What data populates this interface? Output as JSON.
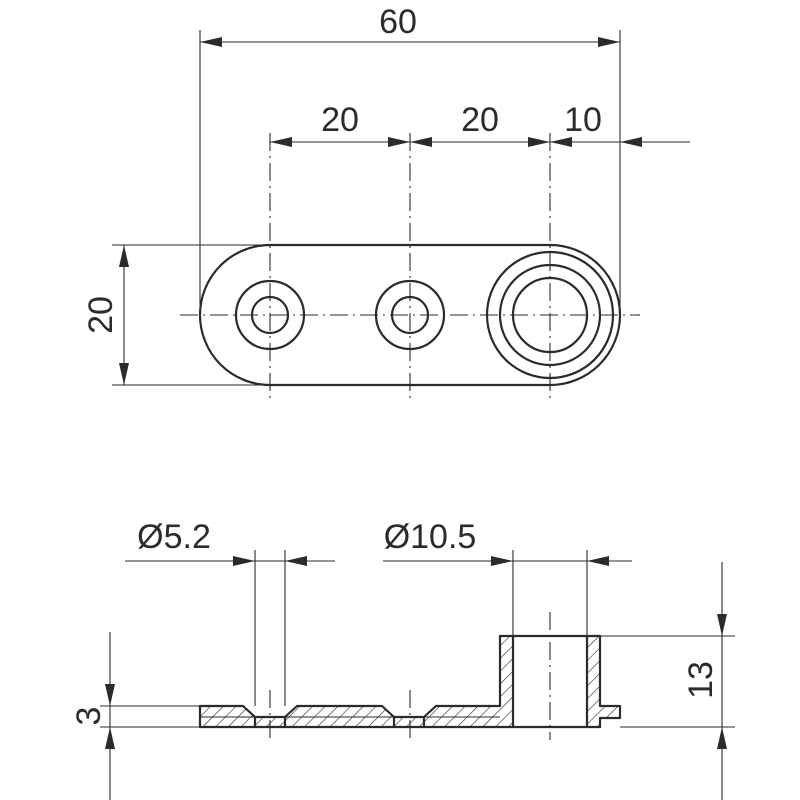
{
  "top_view": {
    "dims": {
      "overall_length": "60",
      "spacing_1": "20",
      "spacing_2": "20",
      "edge_offset": "10",
      "width": "20"
    }
  },
  "section_view": {
    "dims": {
      "small_hole_diameter": "Ø5.2",
      "large_hole_diameter": "Ø10.5",
      "plate_thickness": "3",
      "boss_height": "13"
    }
  }
}
